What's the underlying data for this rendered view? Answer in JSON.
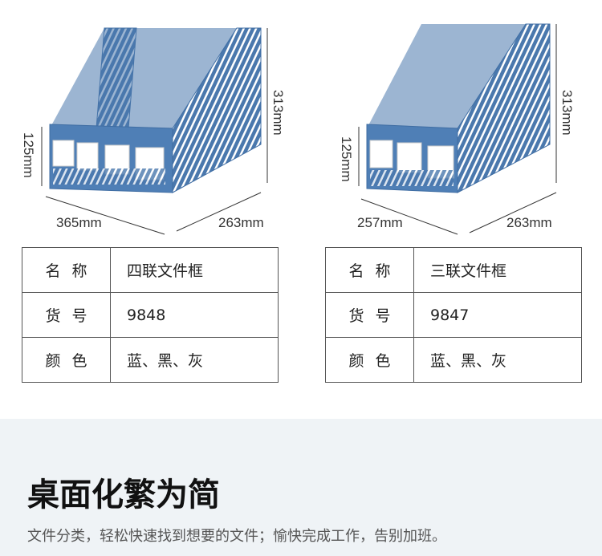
{
  "products": [
    {
      "dims": {
        "height": "313mm",
        "front_height": "125mm",
        "width": "365mm",
        "depth": "263mm"
      },
      "slots": 4,
      "spec": [
        {
          "label": "名称",
          "value": "四联文件框"
        },
        {
          "label": "货号",
          "value": "9848"
        },
        {
          "label": "颜色",
          "value": "蓝、黑、灰"
        }
      ]
    },
    {
      "dims": {
        "height": "313mm",
        "front_height": "125mm",
        "width": "257mm",
        "depth": "263mm"
      },
      "slots": 3,
      "spec": [
        {
          "label": "名称",
          "value": "三联文件框"
        },
        {
          "label": "货号",
          "value": "9847"
        },
        {
          "label": "颜色",
          "value": "蓝、黑、灰"
        }
      ]
    }
  ],
  "banner": {
    "title": "桌面化繁为简",
    "subtitle": "文件分类，轻松快速找到想要的文件；愉快完成工作，告别加班。"
  },
  "colors": {
    "product_blue": "#4a78ad",
    "banner_bg": "#eff3f6"
  }
}
